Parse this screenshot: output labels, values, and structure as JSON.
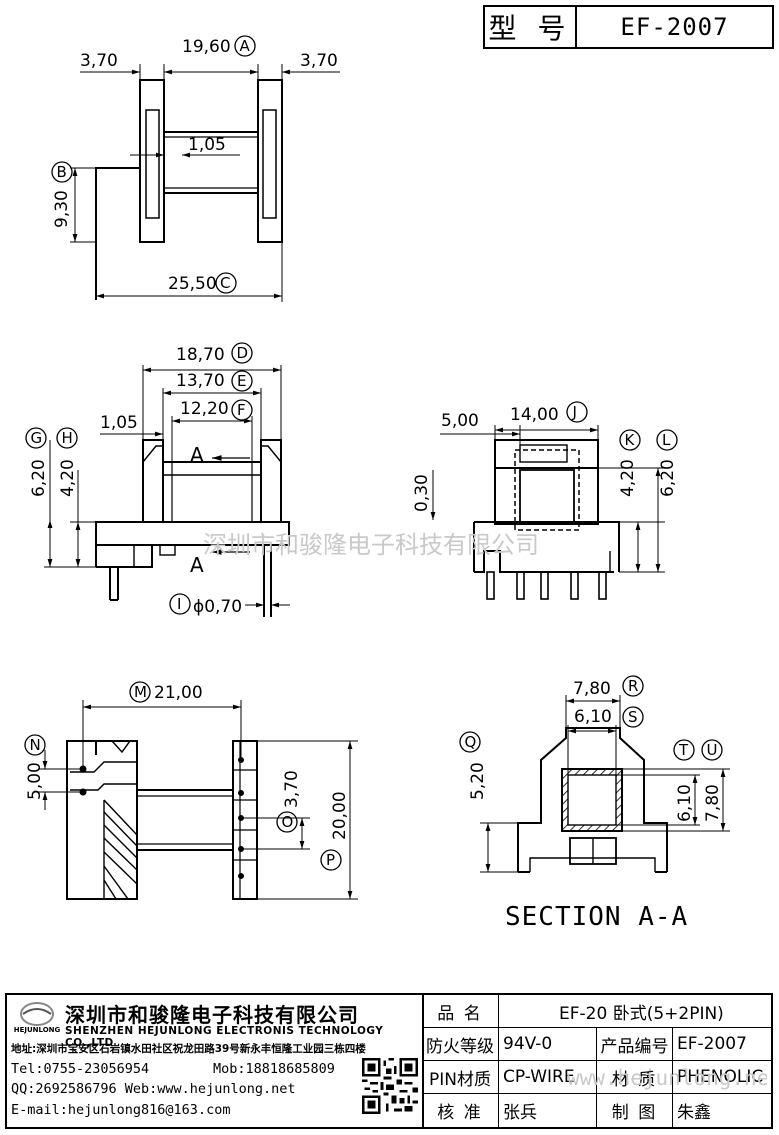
{
  "header": {
    "model_label": "型 号",
    "model_value": "EF-2007"
  },
  "views": {
    "top": {
      "d1": "3,70",
      "d2": "19,60",
      "d3": "3,70",
      "d4": "1,05",
      "d5": "9,30",
      "d6": "25,50",
      "tag_a": "A",
      "tag_b": "B",
      "tag_c": "C"
    },
    "front": {
      "d1": "18,70",
      "d2": "13,70",
      "d3": "12,20",
      "d4": "1,05",
      "d5": "6,20",
      "d6": "4,20",
      "d7": "ϕ0,70",
      "tag_d": "D",
      "tag_e": "E",
      "tag_f": "F",
      "tag_g": "G",
      "tag_h": "H",
      "tag_i": "I",
      "sec_a1": "A",
      "sec_a2": "A"
    },
    "side": {
      "d1": "5,00",
      "d2": "14,00",
      "d3": "0,30",
      "d4": "4,20",
      "d5": "6,20",
      "tag_j": "J",
      "tag_k": "K",
      "tag_l": "L"
    },
    "bottom": {
      "d1": "21,00",
      "d2": "5,00",
      "d3": "3,70",
      "d4": "20,00",
      "tag_m": "M",
      "tag_n": "N",
      "tag_o": "O",
      "tag_p": "P"
    },
    "section": {
      "title": "SECTION A-A",
      "d1": "7,80",
      "d2": "6,10",
      "d3": "5,20",
      "d4": "6,10",
      "d5": "7,80",
      "tag_q": "Q",
      "tag_r": "R",
      "tag_s": "S",
      "tag_t": "T",
      "tag_u": "U"
    }
  },
  "watermark": {
    "cn": "深圳市和骏隆电子科技有限公司",
    "url": "www.hejunlong.net"
  },
  "company": {
    "logo_text": "HEJUNLONG",
    "name_cn": "深圳市和骏隆电子科技有限公司",
    "name_en": "SHENZHEN HEJUNLONG ELECTRONIS TECHNOLOGY CO.,LTD",
    "address": "地址:深圳市宝安区石岩镇水田社区祝龙田路39号新永丰恒隆工业园三栋四楼",
    "tel": "Tel:0755-23056954",
    "mob": "Mob:18818685809",
    "qq_web": "QQ:2692586796 Web:www.hejunlong.net",
    "email": "E-mail:hejunlong816@163.com"
  },
  "spec": {
    "name_label": "品 名",
    "name_value": "EF-20 卧式(5+2PIN)",
    "fire_label": "防火等级",
    "fire_value": "94V-0",
    "code_label": "产品编号",
    "code_value": "EF-2007",
    "pin_label": "PIN材质",
    "pin_value": "CP-WIRE",
    "material_label": "材 质",
    "material_value": "PHENOLIC",
    "check_label": "核 准",
    "check_value": "张兵",
    "draw_label": "制 图",
    "draw_value": "朱鑫"
  },
  "colors": {
    "line": "#000000",
    "watermark": "#c9c9c9",
    "background": "#ffffff"
  }
}
